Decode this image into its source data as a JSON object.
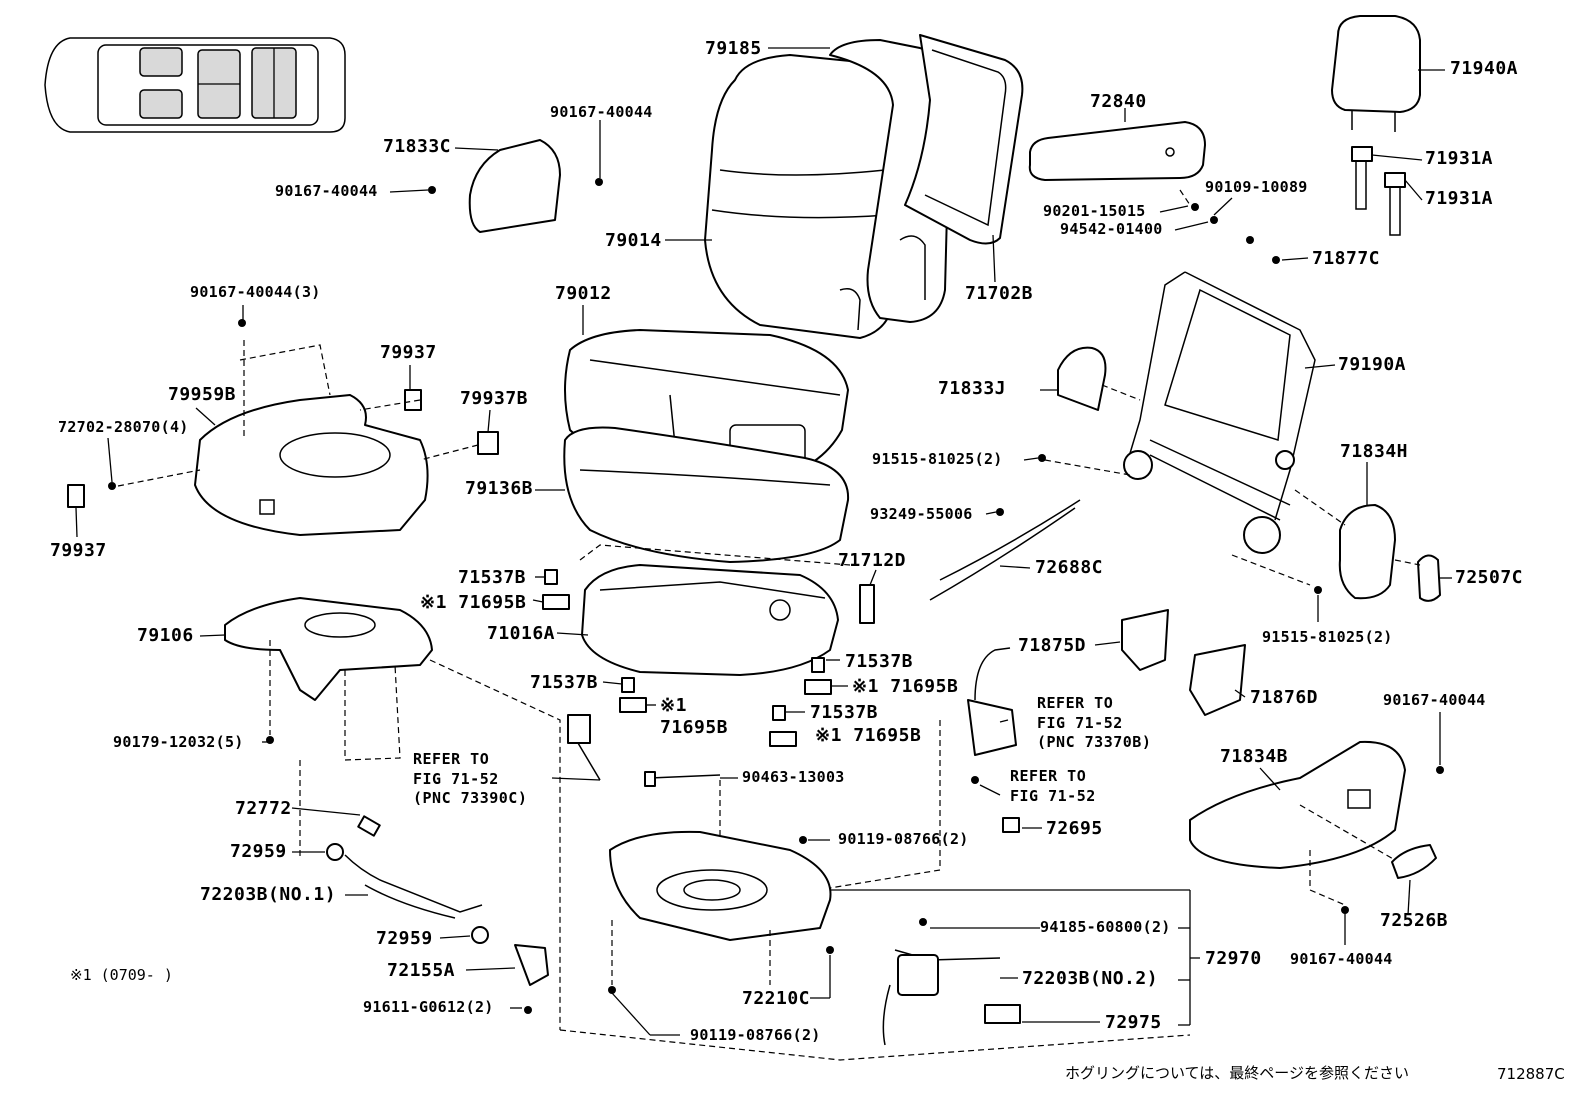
{
  "labels": {
    "p71940A": "71940A",
    "p71931A_1": "71931A",
    "p71931A_2": "71931A",
    "p79185": "79185",
    "p90167_40044_top": "90167-40044",
    "p71833C": "71833C",
    "p90167_40044_left": "90167-40044",
    "p72840": "72840",
    "p90109_10089": "90109-10089",
    "p90201_15015": "90201-15015",
    "p94542_01400": "94542-01400",
    "p71877C": "71877C",
    "p79014": "79014",
    "p71702B": "71702B",
    "p79012": "79012",
    "p90167_40044_3": "90167-40044(3)",
    "p79937_top": "79937",
    "p79959B": "79959B",
    "p79937B": "79937B",
    "p72702_28070": "72702-28070(4)",
    "p79937_bottom": "79937",
    "p79136B": "79136B",
    "p79190A": "79190A",
    "p71833J": "71833J",
    "p71834H": "71834H",
    "p91515_81025_top": "91515-81025(2)",
    "p93249_55006": "93249-55006",
    "p72688C": "72688C",
    "p72507C": "72507C",
    "p91515_81025_bottom": "91515-81025(2)",
    "p71537B_1": "71537B",
    "p71712D": "71712D",
    "p71695B_1": "※1 71695B",
    "p71016A": "71016A",
    "p79106": "79106",
    "p71537B_2": "71537B",
    "p71537B_3": "71537B",
    "p71695B_2_mark": "※1",
    "p71695B_2": "71695B",
    "p71695B_3": "※1 71695B",
    "p71537B_4": "71537B",
    "p71695B_4": "※1 71695B",
    "p71875D": "71875D",
    "p71876D": "71876D",
    "p90167_40044_right": "90167-40044",
    "p90179_12032": "90179-12032(5)",
    "p71834B": "71834B",
    "p90463_13003": "90463-13003",
    "p72772": "72772",
    "p90119_08766_mid": "90119-08766(2)",
    "p72695": "72695",
    "p72959_1": "72959",
    "p72203B_no1": "72203B(NO.1)",
    "p72526B": "72526B",
    "p90167_40044_br": "90167-40044",
    "p94185_60800": "94185-60800(2)",
    "p72959_2": "72959",
    "p72970": "72970",
    "p72155A": "72155A",
    "p72203B_no2": "72203B(NO.2)",
    "p72210C": "72210C",
    "p91611_G0612": "91611-G0612(2)",
    "p72975": "72975",
    "p90119_08766_bottom": "90119-08766(2)"
  },
  "references": {
    "ref_left": [
      "REFER TO",
      "FIG 71-52",
      "(PNC 73390C)"
    ],
    "ref_right_1": [
      "REFER TO",
      "FIG 71-52",
      "(PNC 73370B)"
    ],
    "ref_right_2": [
      "REFER TO",
      "FIG 71-52"
    ]
  },
  "footnote": "※1 (0709-    )",
  "footer": {
    "japanese_note": "ホグリングについては、最終ページを参照ください",
    "figure_code": "712887C"
  }
}
